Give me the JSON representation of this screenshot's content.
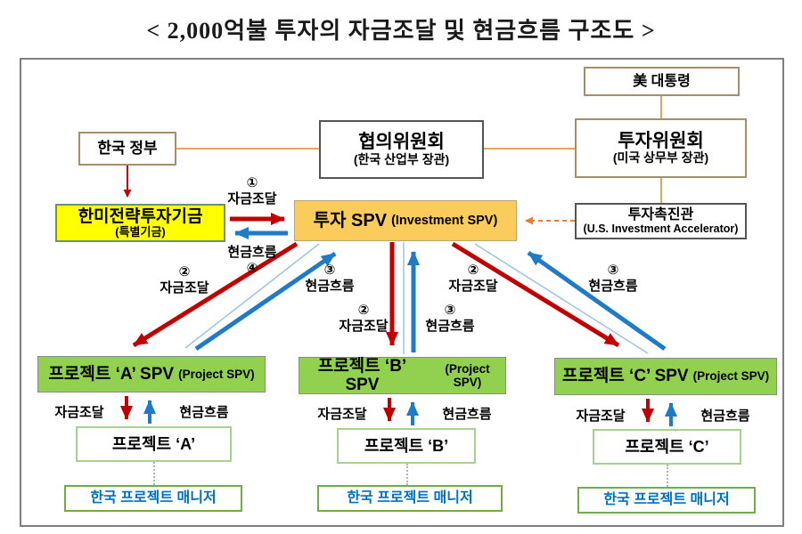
{
  "title": "< 2,000억불 투자의 자금조달 및 현금흐름 구조도 >",
  "nodes": {
    "korea_gov": "한국 정부",
    "consult": {
      "main": "협의위원회",
      "sub": "(한국 산업부 장관)"
    },
    "us_president": "美 대통령",
    "invest_committee": {
      "main": "투자위원회",
      "sub": "(미국 상무부 장관)"
    },
    "accelerator": {
      "main": "투자촉진관",
      "sub": "(U.S. Investment Accelerator)"
    },
    "fund": {
      "main": "한미전략투자기금",
      "sub": "(특별기금)"
    },
    "invest_spv": {
      "main": "투자 SPV",
      "sub": "(Investment SPV)"
    }
  },
  "columns": [
    {
      "spv_main": "프로젝트 ‘A’ SPV",
      "spv_sub": "(Project SPV)",
      "project": "프로젝트 ‘A’",
      "manager": "한국 프로젝트 매니저"
    },
    {
      "spv_main": "프로젝트 ‘B’ SPV",
      "spv_sub": "(Project SPV)",
      "project": "프로젝트 ‘B’",
      "manager": "한국 프로젝트 매니저"
    },
    {
      "spv_main": "프로젝트 ‘C’ SPV",
      "spv_sub": "(Project SPV)",
      "project": "프로젝트 ‘C’",
      "manager": "한국 프로젝트 매니저"
    }
  ],
  "flow_labels": {
    "num1": "①",
    "num2": "②",
    "num3": "③",
    "num4": "④",
    "funding": "자금조달",
    "cashflow": "현금흐름"
  },
  "colors": {
    "funding_red": "#c00000",
    "cashflow_blue": "#1f7ac8",
    "thin_blue": "#9dc3e6",
    "org_line_orange": "#e8a25c",
    "dashed_orange": "#ed7d31",
    "fund_yellow": "#ffff00",
    "spv_amber": "#fbcb5c",
    "project_green": "#92d050",
    "manager_text_blue": "#0070c0"
  }
}
